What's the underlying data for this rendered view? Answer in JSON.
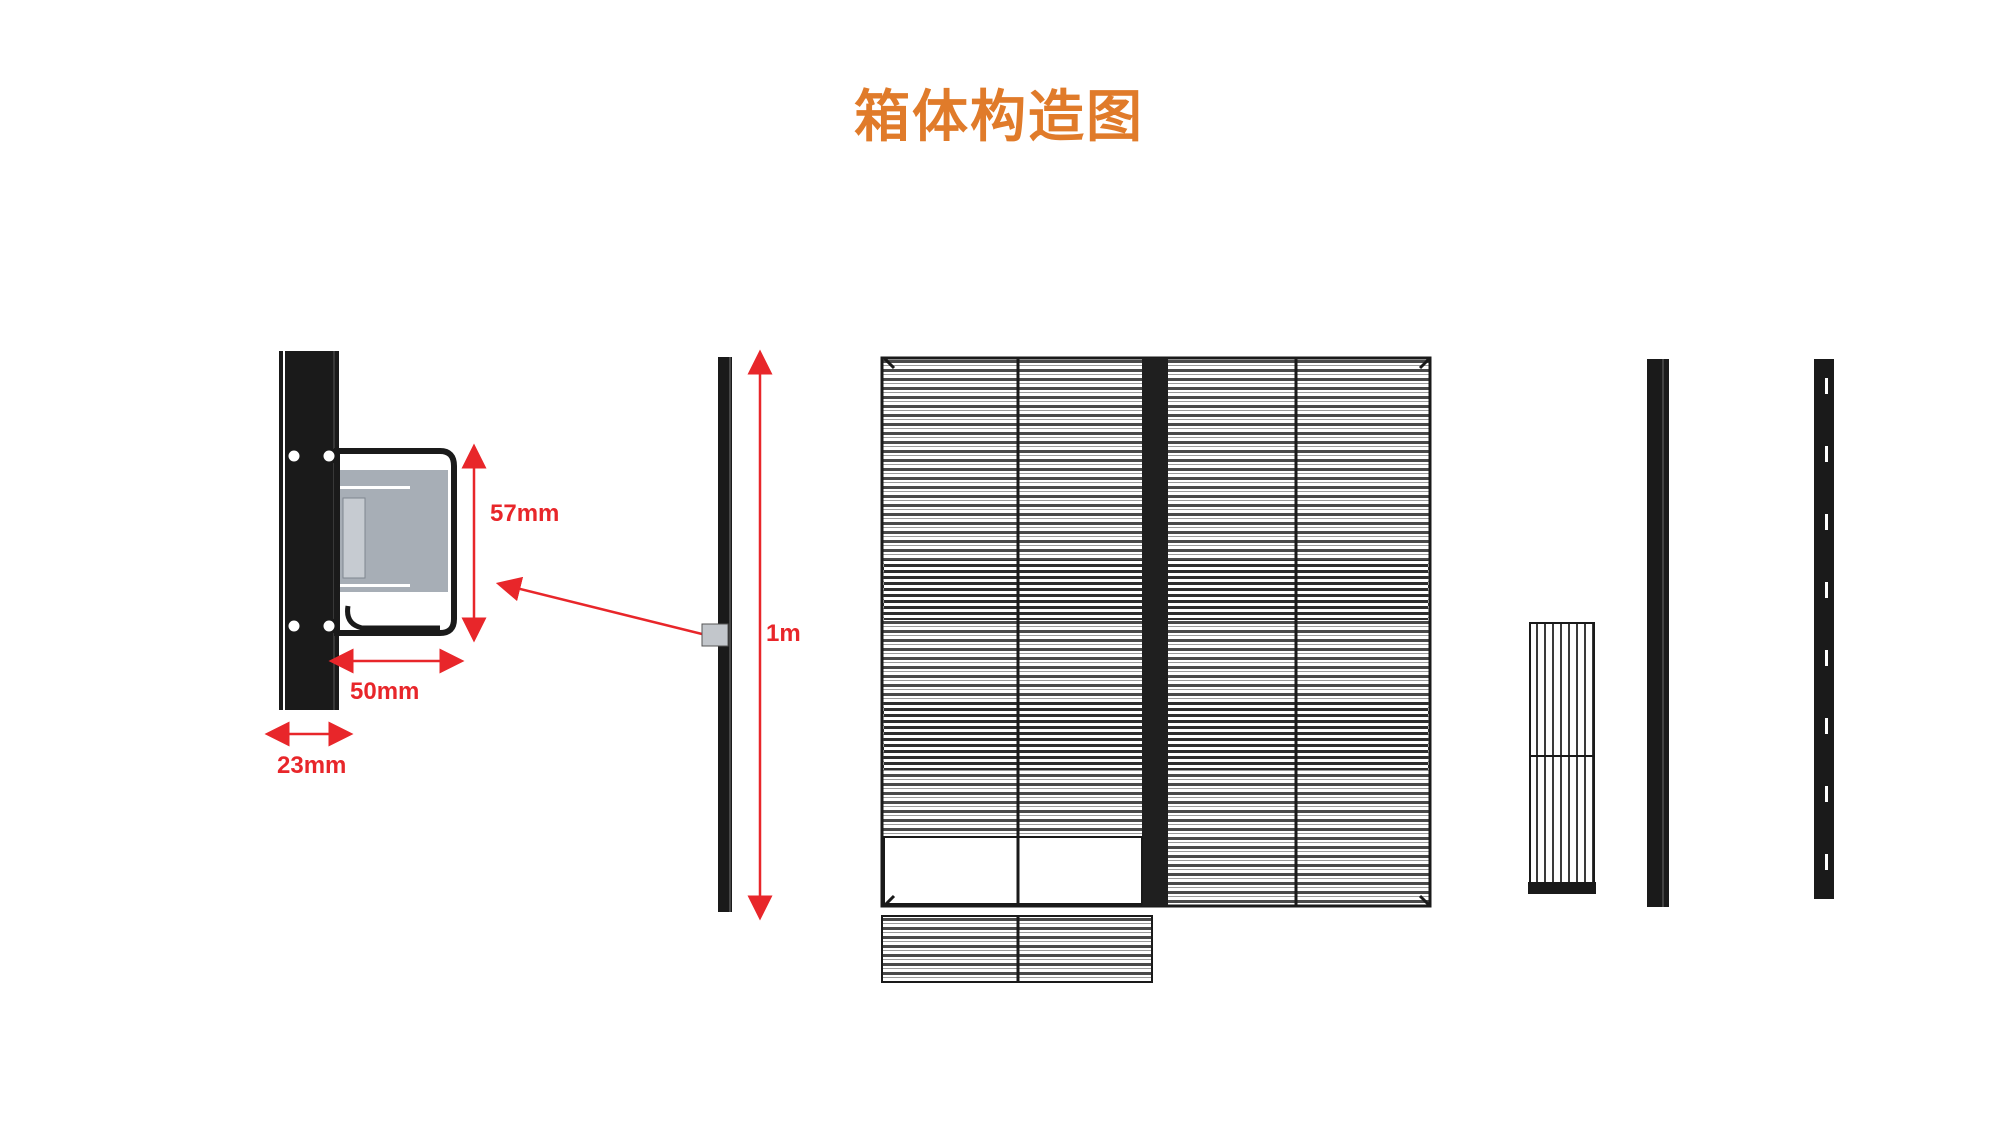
{
  "title": "箱体构造图",
  "labels": {
    "height_57": "57mm",
    "width_50": "50mm",
    "width_23": "23mm",
    "length_1m": "1m"
  },
  "colors": {
    "title": "#e07b2a",
    "dimension": "#e8262a",
    "frame": "#1a1a1a",
    "module_fill": "#a7aeb6"
  }
}
